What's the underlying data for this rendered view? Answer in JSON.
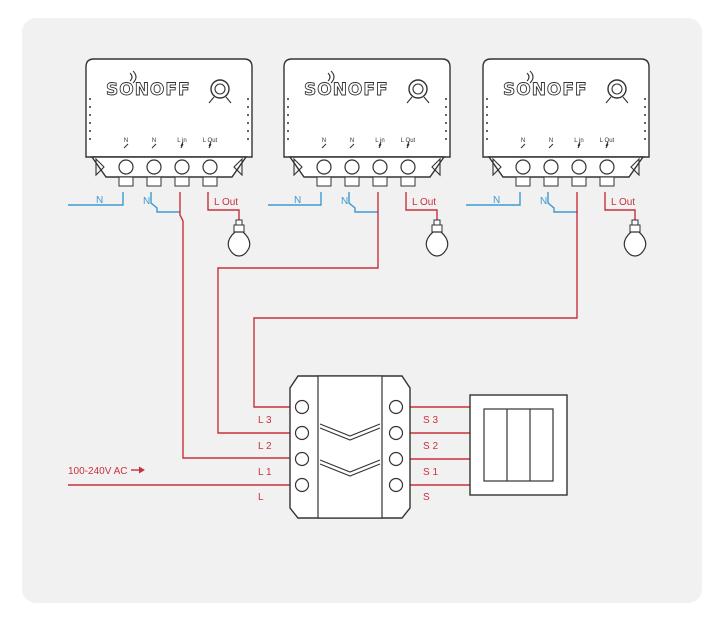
{
  "devices": [
    {
      "brand": "SONOFF",
      "terminals": [
        "N",
        "N",
        "L in",
        "L Out"
      ],
      "wire_labels": {
        "neutral_in": "N",
        "neutral_out": "N",
        "load_out": "L Out"
      }
    },
    {
      "brand": "SONOFF",
      "terminals": [
        "N",
        "N",
        "L in",
        "L Out"
      ],
      "wire_labels": {
        "neutral_in": "N",
        "neutral_out": "N",
        "load_out": "L Out"
      }
    },
    {
      "brand": "SONOFF",
      "terminals": [
        "N",
        "N",
        "L in",
        "L Out"
      ],
      "wire_labels": {
        "neutral_in": "N",
        "neutral_out": "N",
        "load_out": "L Out"
      }
    }
  ],
  "controller": {
    "left_terminals": [
      "L 3",
      "L 2",
      "L 1",
      "L"
    ],
    "right_terminals": [
      "S 3",
      "S 2",
      "S 1",
      "S"
    ]
  },
  "supply": {
    "label": "100-240V AC",
    "arrow": "→"
  },
  "colors": {
    "live": "#c8313d",
    "neutral": "#3d9ad1",
    "outline": "#333333",
    "background": "#f1f1f1"
  },
  "icons": [
    "wifi-signal-icon",
    "light-bulb-icon",
    "rocker-switch-icon"
  ]
}
